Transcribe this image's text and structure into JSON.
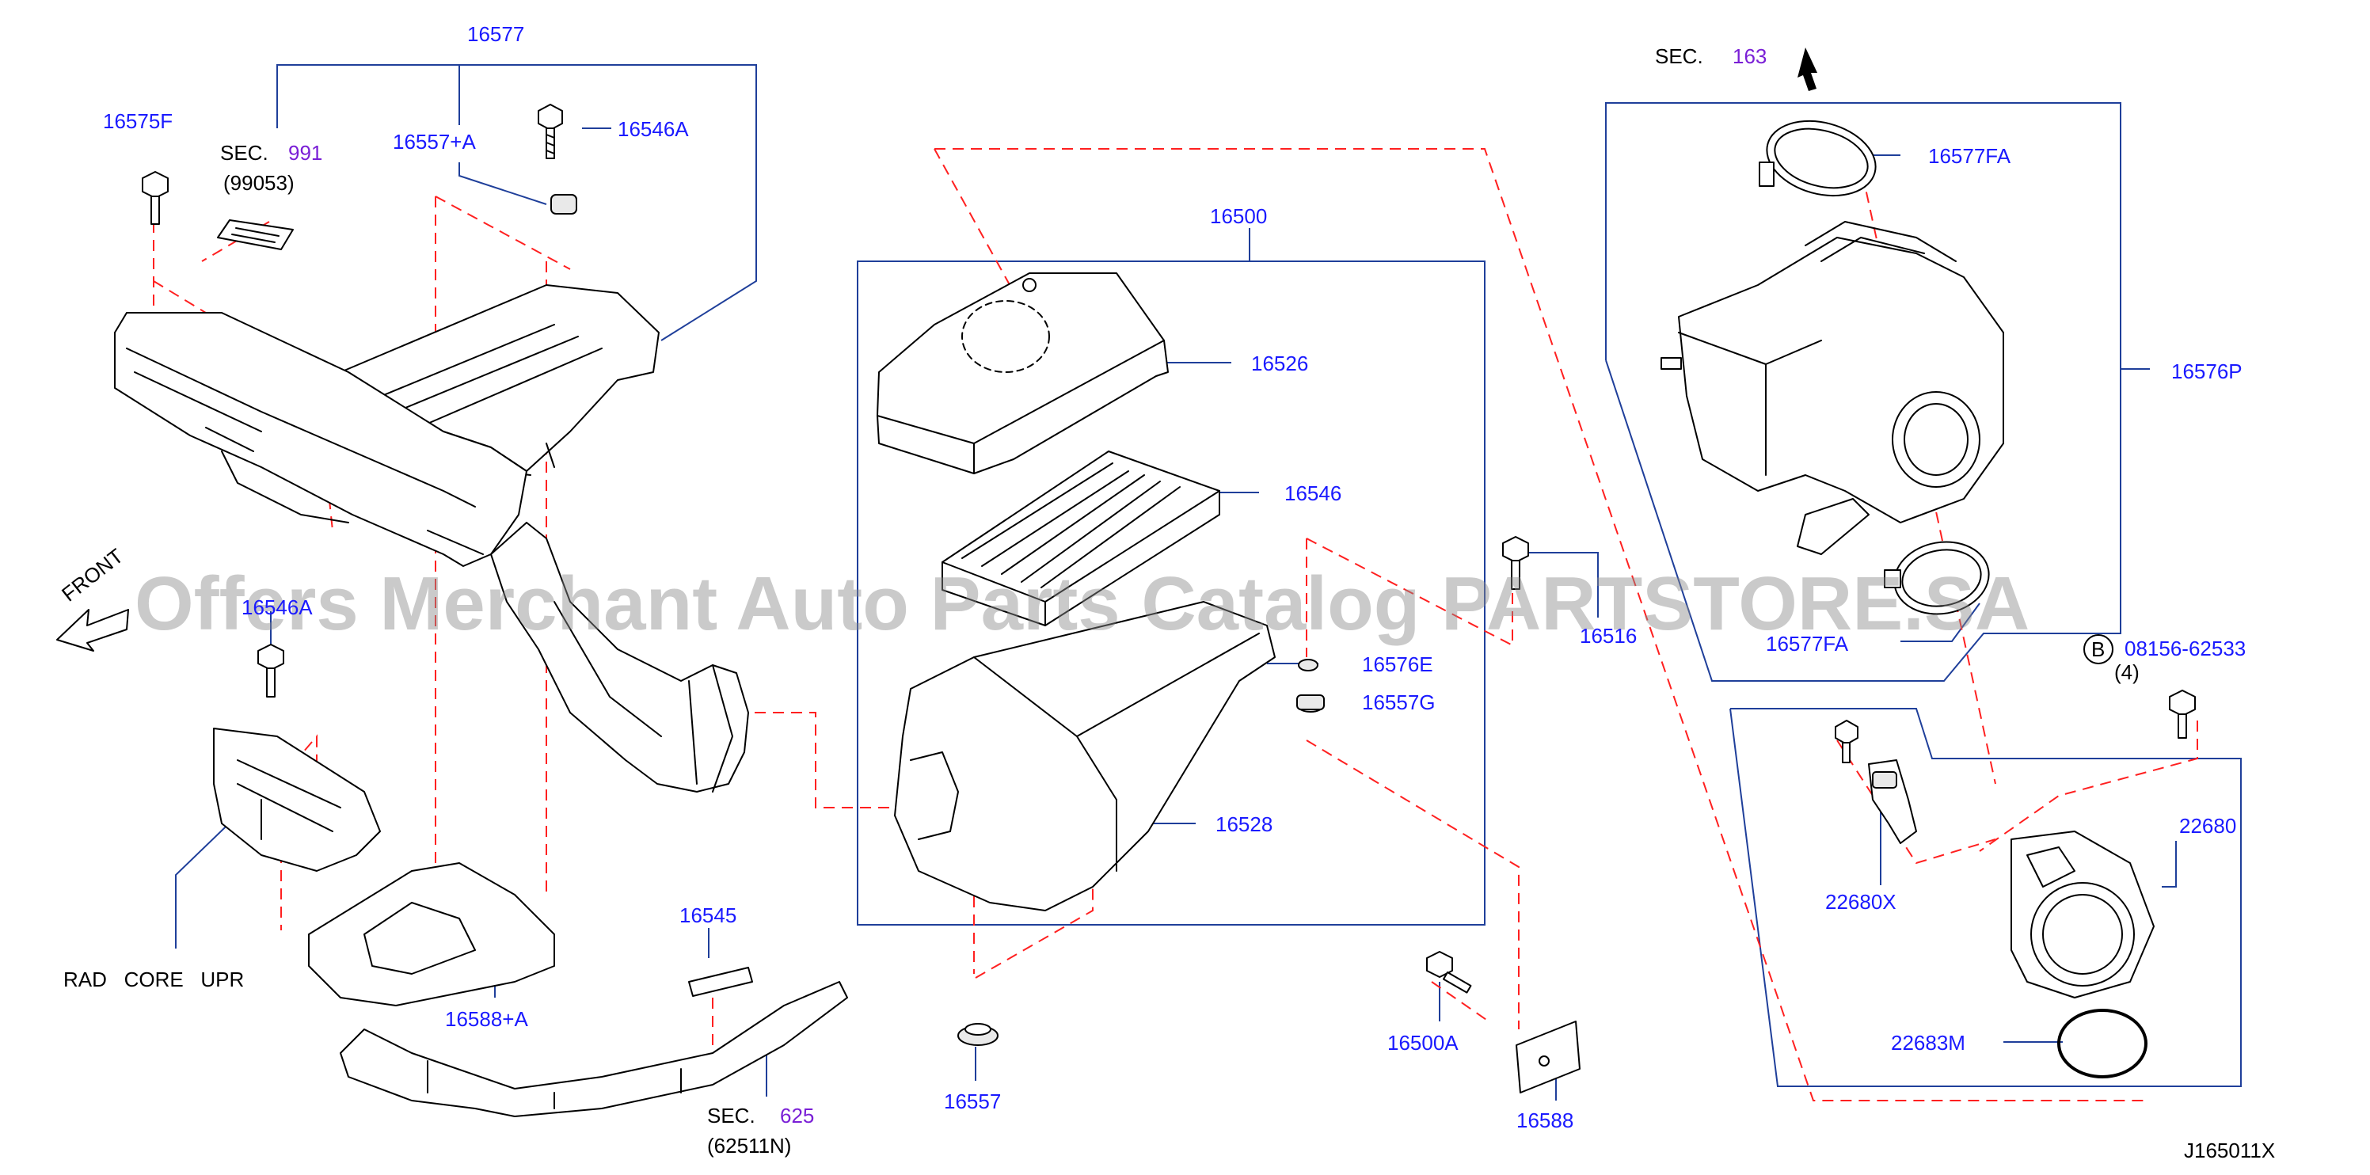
{
  "diagram": {
    "drawing_code": "J165011X",
    "watermark": "Offers Merchant Auto Parts Catalog PARTSTORE.SA",
    "front_label": "FRONT",
    "b_marker": "B",
    "labels": {
      "p16577": "16577",
      "p16575F": "16575F",
      "p16557A": "16557+A",
      "p16546A": "16546A",
      "sec_word": "SEC.",
      "sec991": "991",
      "ref99053": "(99053)",
      "p16500": "16500",
      "p16526": "16526",
      "p16546": "16546",
      "p16576E": "16576E",
      "p16557G": "16557G",
      "p16528": "16528",
      "p16557": "16557",
      "p16500A": "16500A",
      "p16588": "16588",
      "p16516": "16516",
      "p16545": "16545",
      "sec625": "625",
      "ref62511N": "(62511N)",
      "p16588A": "16588+A",
      "p16546A_left": "16546A",
      "rad_core_upr": "RAD   CORE   UPR",
      "sec163": "163",
      "p16577FA_top": "16577FA",
      "p16576P": "16576P",
      "p16577FA_bot": "16577FA",
      "bolt_part": "08156-62533",
      "bolt_qty": "(4)",
      "p22680": "22680",
      "p22680X": "22680X",
      "p22683M": "22683M"
    }
  }
}
